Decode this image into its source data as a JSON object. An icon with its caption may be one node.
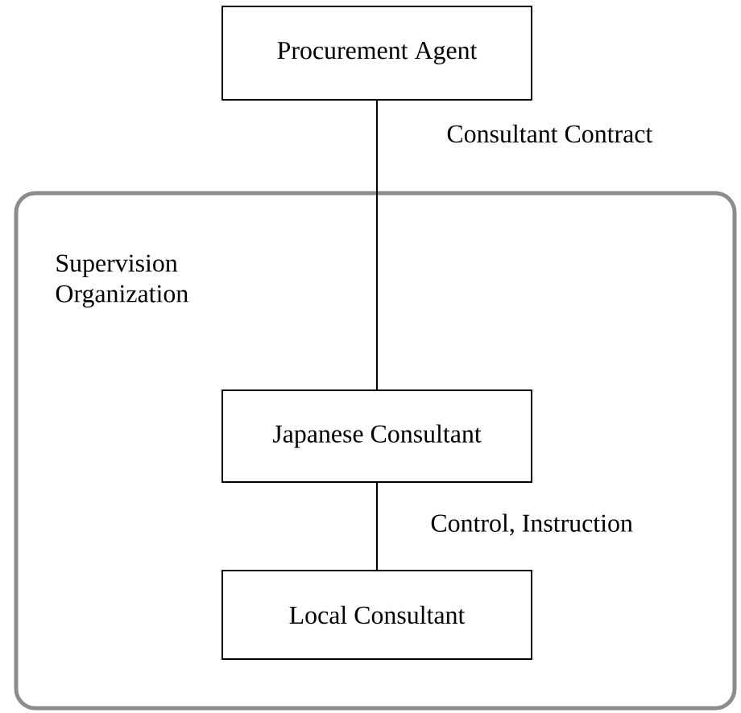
{
  "diagram": {
    "nodes": [
      {
        "text": [
          "Procurement Agent"
        ]
      },
      {
        "text": [
          "Supervision Organization"
        ]
      },
      {
        "text": [
          "Japanese Consultant"
        ],
        "in": 1
      },
      {
        "text": [
          "Local Consultant"
        ],
        "in": 1
      }
    ],
    "edges": [
      {
        "from": 0,
        "to": 2,
        "arrow": "none",
        "label": "Consultant Contract"
      },
      {
        "from": 2,
        "to": 3,
        "arrow": "none",
        "label": "Control, Instruction"
      }
    ]
  }
}
